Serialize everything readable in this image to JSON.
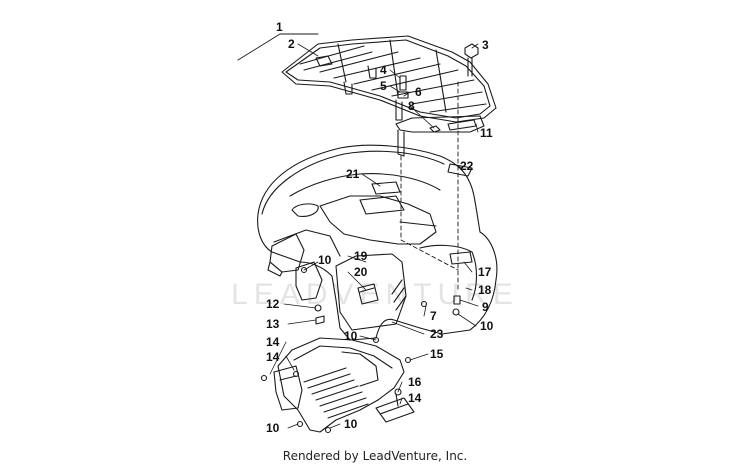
{
  "watermark": "LEADVENTURE",
  "footer": "Rendered by LeadVenture, Inc.",
  "callouts": [
    "1",
    "2",
    "3",
    "4",
    "5",
    "6",
    "8",
    "11",
    "22",
    "21",
    "19",
    "20",
    "10",
    "17",
    "18",
    "9",
    "12",
    "13",
    "7",
    "23",
    "10",
    "10",
    "14",
    "14",
    "15",
    "16",
    "14",
    "10",
    "10"
  ]
}
